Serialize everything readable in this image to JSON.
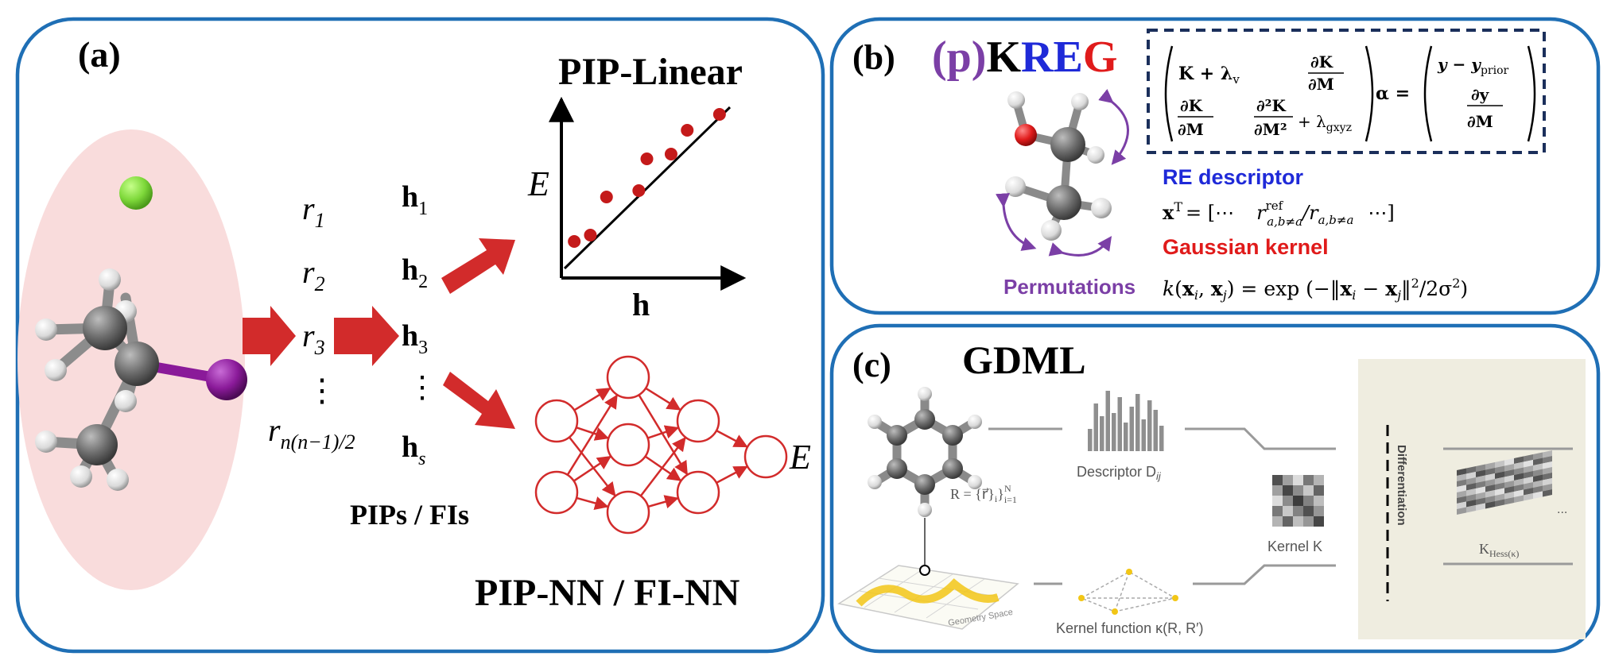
{
  "colors": {
    "panel_border": "#1f6fb5",
    "arrow_red": "#d22b2b",
    "point_red": "#c41a1a",
    "purple": "#7b3fa6",
    "blue": "#1f2ad8",
    "red": "#e01b1b",
    "beige": "#efede0"
  },
  "panel_a": {
    "label": "(a)",
    "r_items": [
      "r",
      "r",
      "r",
      "⋮",
      "r"
    ],
    "r_subs": [
      "1",
      "2",
      "3",
      "",
      "n(n−1)/2"
    ],
    "h_items": [
      "h",
      "h",
      "h",
      "⋮",
      "h"
    ],
    "h_subs": [
      "1",
      "2",
      "3",
      "",
      "s"
    ],
    "pips_label": "PIPs / FIs",
    "linear_title": "PIP-Linear",
    "axis_y": "E",
    "axis_x": "h",
    "nn_title": "PIP-NN / FI-NN",
    "nn_output": "E",
    "scatter_points": [
      [
        0.05,
        0.18
      ],
      [
        0.15,
        0.22
      ],
      [
        0.25,
        0.46
      ],
      [
        0.45,
        0.5
      ],
      [
        0.5,
        0.7
      ],
      [
        0.65,
        0.73
      ],
      [
        0.75,
        0.88
      ],
      [
        0.95,
        0.98
      ]
    ]
  },
  "panel_b": {
    "label": "(b)",
    "title_p": "(p)",
    "title_k": "K",
    "title_re": "RE",
    "title_g": "G",
    "re_descriptor": "RE descriptor",
    "gaussian_kernel": "Gaussian kernel",
    "permutations": "Permutations",
    "matrix_K": "K + λ",
    "matrix_v": "v",
    "dK_dM": "∂K / ∂M",
    "d2K": "∂²K",
    "dM2": "∂M²",
    "lambda_gxyz": "+ λ",
    "gxyz": "gxyz",
    "alpha": "α =",
    "y_minus": "y − y",
    "prior": "prior",
    "dy": "∂y",
    "dM": "∂M",
    "x_T": "x",
    "x_T_sup": "T",
    "x_T_rhs": "= [⋯",
    "r_ref": "r",
    "ref": "ref",
    "ab": "a,b≠a",
    "slash_r": "/r",
    "ab2": "a,b≠a",
    "dots_close": "⋯]",
    "kernel_eq": "k(x",
    "kernel_rest": "exp(−‖x − x‖²/2σ²)"
  },
  "panel_c": {
    "label": "(c)",
    "title": "GDML",
    "R_def": "R = {r⃗}",
    "R_sub": "i",
    "R_range": "i=1",
    "R_N": "N",
    "descriptor": "Descriptor D",
    "descriptor_sub": "ij",
    "kernel": "Kernel K",
    "kernel_function": "Kernel function κ(R, R′)",
    "geometry_space": "Geometry Space",
    "differentiation": "Differentiation",
    "k_hess": "K",
    "k_hess_sub": "Hess(κ)",
    "ellipsis": "...",
    "bars": [
      0.35,
      0.75,
      0.55,
      0.95,
      0.6,
      0.85,
      0.45,
      0.7,
      0.9,
      0.5,
      0.8,
      0.65,
      0.4
    ],
    "kernel_matrix": [
      [
        0.2,
        0.6,
        0.9,
        0.4,
        0.7
      ],
      [
        0.6,
        0.15,
        0.5,
        0.8,
        0.3
      ],
      [
        0.9,
        0.5,
        0.1,
        0.45,
        0.75
      ],
      [
        0.4,
        0.8,
        0.45,
        0.2,
        0.55
      ],
      [
        0.7,
        0.3,
        0.75,
        0.55,
        0.15
      ]
    ]
  }
}
